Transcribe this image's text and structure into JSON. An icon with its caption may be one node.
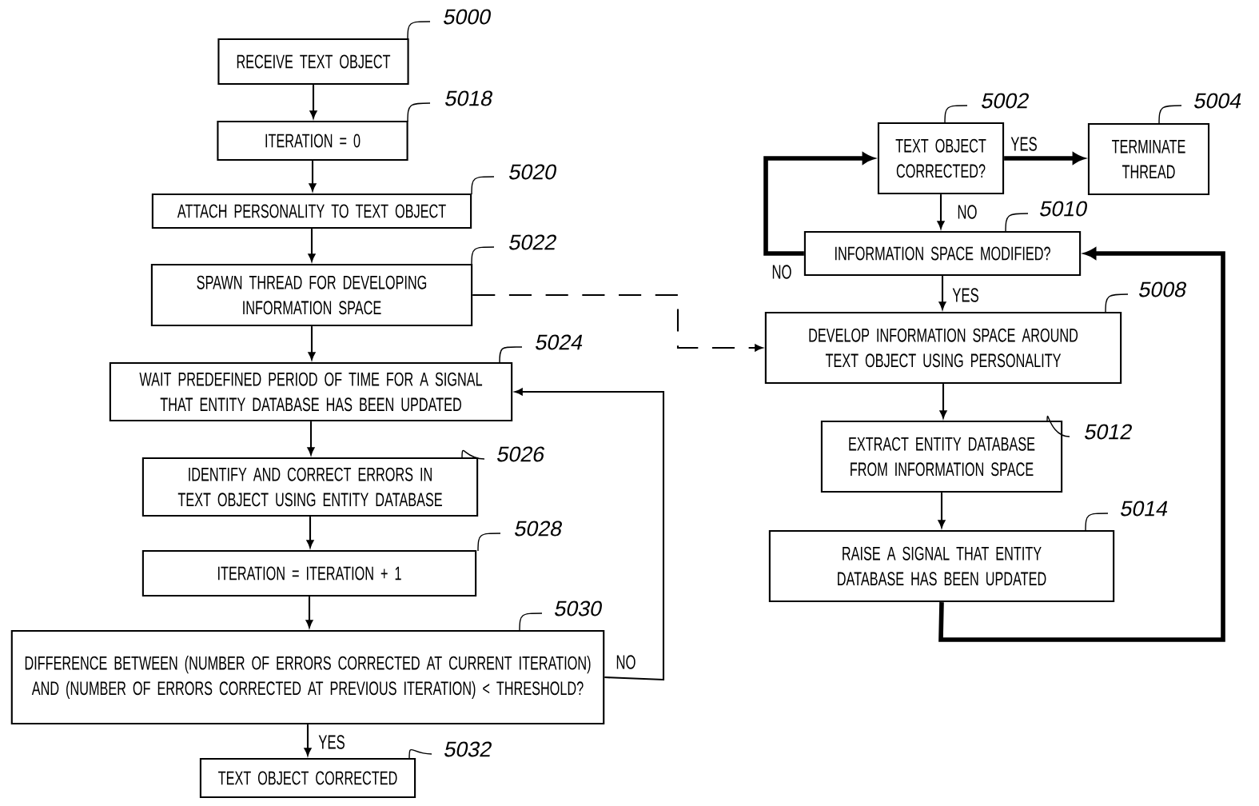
{
  "diagram": {
    "nodes": [
      {
        "text": [
          "RECEIVE TEXT OBJECT"
        ],
        "beside": [
          "5000"
        ]
      },
      {
        "text": [
          "ITERATION = 0"
        ],
        "beside": [
          "5018"
        ]
      },
      {
        "text": [
          "ATTACH PERSONALITY TO TEXT OBJECT"
        ],
        "beside": [
          "5020"
        ]
      },
      {
        "text": [
          "SPAWN THREAD FOR DEVELOPING INFORMATION SPACE"
        ],
        "beside": [
          "5022"
        ]
      },
      {
        "text": [
          "WAIT PREDEFINED PERIOD OF TIME FOR A SIGNAL THAT ENTITY DATABASE HAS BEEN UPDATED"
        ],
        "beside": [
          "5024"
        ]
      },
      {
        "text": [
          "IDENTIFY AND CORRECT ERRORS IN TEXT OBJECT USING ENTITY DATABASE"
        ],
        "beside": [
          "5026"
        ]
      },
      {
        "text": [
          "ITERATION = ITERATION + 1"
        ],
        "beside": [
          "5028"
        ]
      },
      {
        "text": [
          "DIFFERENCE BETWEEN (NUMBER OF ERRORS CORRECTED AT CURRENT ITERATION) AND (NUMBER OF ERRORS CORRECTED AT PREVIOUS ITERATION) < THRESHOLD?"
        ],
        "beside": [
          "5030"
        ]
      },
      {
        "text": [
          "TEXT OBJECT CORRECTED"
        ],
        "beside": [
          "5032"
        ]
      },
      {
        "text": [
          "TEXT OBJECT CORRECTED?"
        ],
        "beside": [
          "5002"
        ]
      },
      {
        "text": [
          "TERMINATE THREAD"
        ],
        "beside": [
          "5004"
        ]
      },
      {
        "text": [
          "INFORMATION SPACE MODIFIED?"
        ],
        "beside": [
          "5010"
        ]
      },
      {
        "text": [
          "DEVELOP INFORMATION SPACE AROUND TEXT OBJECT USING PERSONALITY"
        ],
        "beside": [
          "5008"
        ]
      },
      {
        "text": [
          "EXTRACT ENTITY DATABASE FROM INFORMATION SPACE"
        ],
        "beside": [
          "5012"
        ]
      },
      {
        "text": [
          "RAISE A SIGNAL THAT ENTITY DATABASE HAS BEEN UPDATED"
        ],
        "beside": [
          "5014"
        ]
      }
    ],
    "edges": [
      {
        "from": 0,
        "to": 1,
        "arrow": "to"
      },
      {
        "from": 1,
        "to": 2,
        "arrow": "to"
      },
      {
        "from": 2,
        "to": 3,
        "arrow": "to"
      },
      {
        "from": 3,
        "to": 4,
        "arrow": "to"
      },
      {
        "from": 4,
        "to": 5,
        "arrow": "to"
      },
      {
        "from": 5,
        "to": 6,
        "arrow": "to"
      },
      {
        "from": 6,
        "to": 7,
        "arrow": "to"
      },
      {
        "from": 7,
        "to": 8,
        "arrow": "to",
        "label": "YES"
      },
      {
        "from": 7,
        "to": 4,
        "arrow": "to",
        "label": "NO"
      },
      {
        "from": 3,
        "to": 12,
        "arrow": "to",
        "style": "dashed"
      },
      {
        "from": 9,
        "to": 10,
        "arrow": "to",
        "label": "YES",
        "style": "thick"
      },
      {
        "from": 9,
        "to": 11,
        "arrow": "to",
        "label": "NO"
      },
      {
        "from": 11,
        "to": 9,
        "arrow": "to",
        "label": "NO",
        "style": "thick"
      },
      {
        "from": 11,
        "to": 12,
        "arrow": "to",
        "label": "YES"
      },
      {
        "from": 12,
        "to": 13,
        "arrow": "to"
      },
      {
        "from": 13,
        "to": 14,
        "arrow": "to"
      },
      {
        "from": 14,
        "to": 11,
        "arrow": "to",
        "style": "thick"
      }
    ]
  }
}
